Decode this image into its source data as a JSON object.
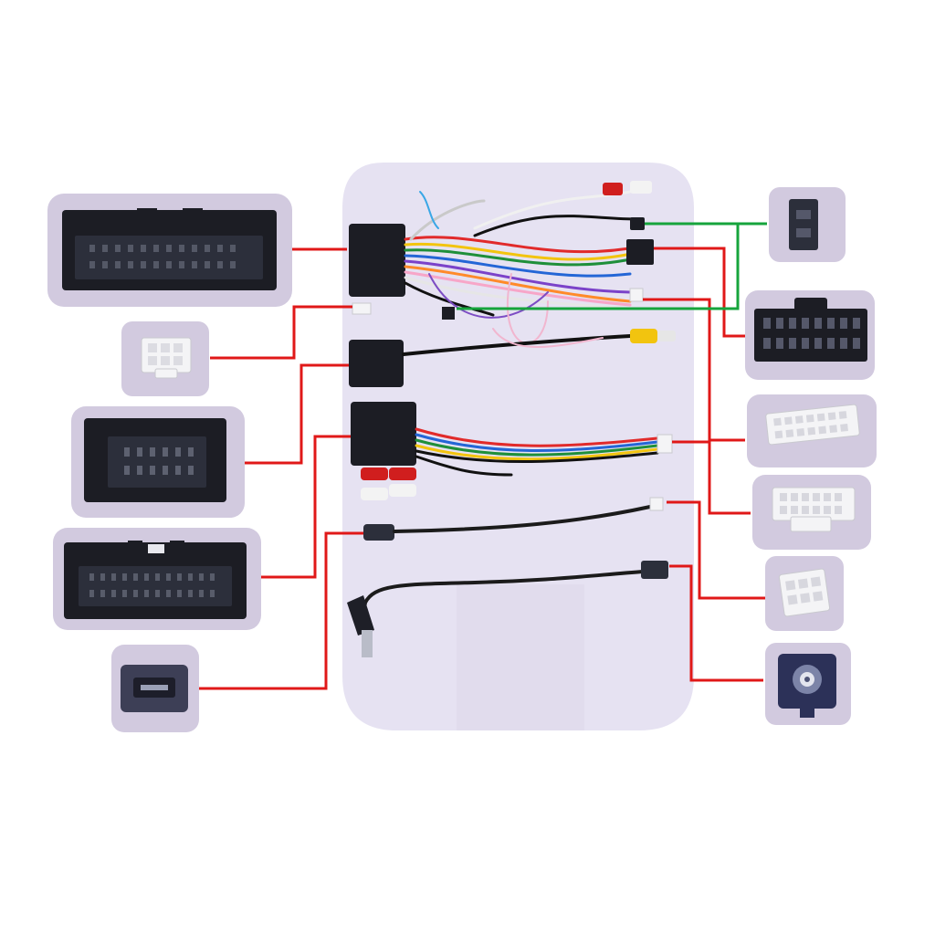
{
  "colors": {
    "background": "#ffffff",
    "board": "#e6e2f2",
    "tile": "#d2cadf",
    "callout_red": "#e01818",
    "callout_green": "#16a43c",
    "connector_black": "#1c1d24",
    "connector_white": "#f4f4f6"
  },
  "connectors": [
    {
      "id": "main-quadlock-plug",
      "color": "black",
      "side": "left"
    },
    {
      "id": "small-4pin-plug",
      "color": "white",
      "side": "left"
    },
    {
      "id": "16pin-car-plug",
      "color": "black",
      "side": "left"
    },
    {
      "id": "24pin-car-plug",
      "color": "black",
      "side": "left"
    },
    {
      "id": "mini-usb-plug",
      "color": "grey",
      "side": "left"
    },
    {
      "id": "2pin-plug",
      "color": "black",
      "side": "right"
    },
    {
      "id": "16pin-head-unit-plug",
      "color": "black",
      "side": "right"
    },
    {
      "id": "20pin-white-plug",
      "color": "white",
      "side": "right"
    },
    {
      "id": "16pin-white-plug",
      "color": "white",
      "side": "right"
    },
    {
      "id": "6pin-white-plug",
      "color": "white",
      "side": "right"
    },
    {
      "id": "antenna-socket",
      "color": "navy",
      "side": "right"
    }
  ]
}
